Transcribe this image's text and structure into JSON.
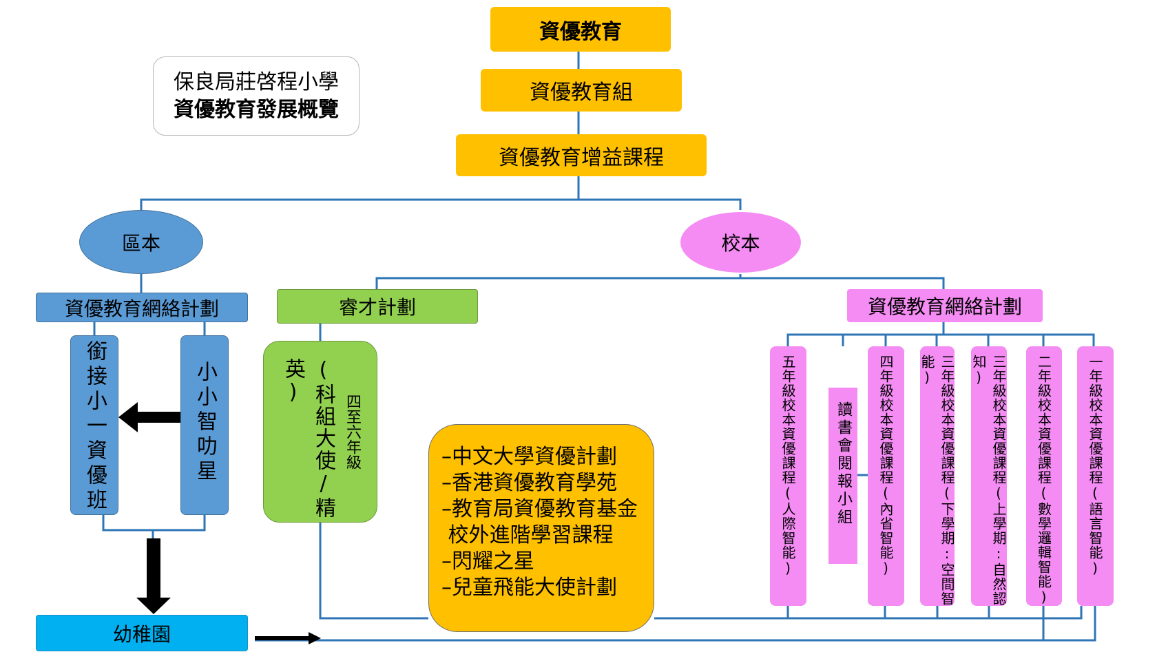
{
  "title": {
    "line1": "保良局莊啓程小學",
    "line2": "資優教育發展概覽"
  },
  "top": {
    "level1": "資優教育",
    "level2": "資優教育組",
    "level3": "資優教育增益課程"
  },
  "district": {
    "label": "區本",
    "network": "資優教育網絡計劃",
    "col_left": "銜接小一資優班",
    "col_right": "小小智叻星",
    "kindergarten": "幼稚園"
  },
  "school": {
    "label": "校本",
    "talent": {
      "label": "睿才計劃",
      "main": "(科組大使/精英)",
      "side": "四至六年級"
    },
    "network": "資優教育網絡計劃",
    "columns": [
      "五年級校本資優課程(人際智能)",
      "讀書會閱報小組",
      "四年級校本資優課程(內省智能)",
      "三年級校本資優課程(下學期:空間智能)",
      "三年級校本資優課程(上學期:自然認知)",
      "二年級校本資優課程(數學邏輯智能)",
      "一年級校本資優課程(語言智能)"
    ]
  },
  "external": [
    "–中文大學資優計劃",
    "–香港資優教育學苑",
    "–教育局資優教育基金",
    " 校外進階學習課程",
    "–閃耀之星",
    "–兒童飛能大使計劃"
  ],
  "colors": {
    "gold": "#FFC000",
    "blue": "#5B9BD5",
    "pink": "#F48CF4",
    "green": "#92D050",
    "cyan": "#00B0F0",
    "line": "#2E75B6"
  }
}
